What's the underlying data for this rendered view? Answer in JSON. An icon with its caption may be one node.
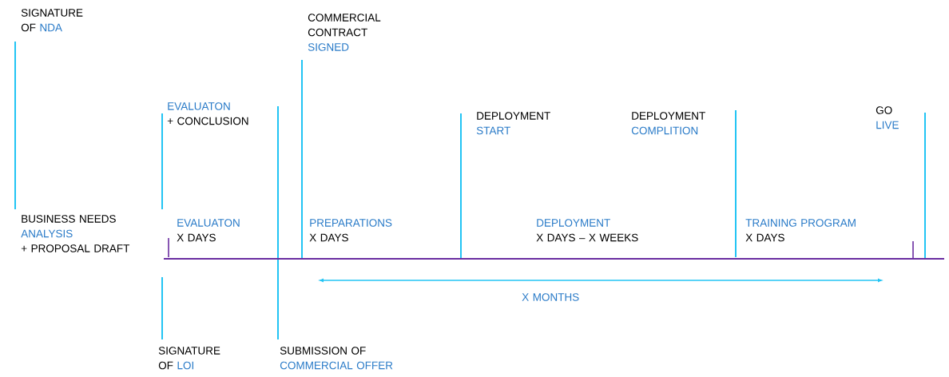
{
  "diagram": {
    "labels": [
      "SIGNATURE OF",
      "NDA",
      "COMMERCIAL CONTRACT",
      "SIGNED",
      "EVALUATON",
      "+ CONCLUSION",
      "DEPLOYMENT",
      "START",
      "DEPLOYMENT",
      "COMPLITION",
      "GO",
      "LIVE",
      "BUSINESS NEEDS",
      "ANALYSIS",
      "+ PROPOSAL DRAFT",
      "EVALUATON",
      "X DAYS",
      "PREPARATIONS",
      "X DAYS",
      "DEPLOYMENT",
      "X DAYS – X WEEKS",
      "TRAINING PROGRAM",
      "X DAYS",
      "X MONTHS",
      "SIGNATURE OF",
      "LOI",
      "SUBMISSION OF",
      "COMMERCIAL OFFER"
    ]
  }
}
